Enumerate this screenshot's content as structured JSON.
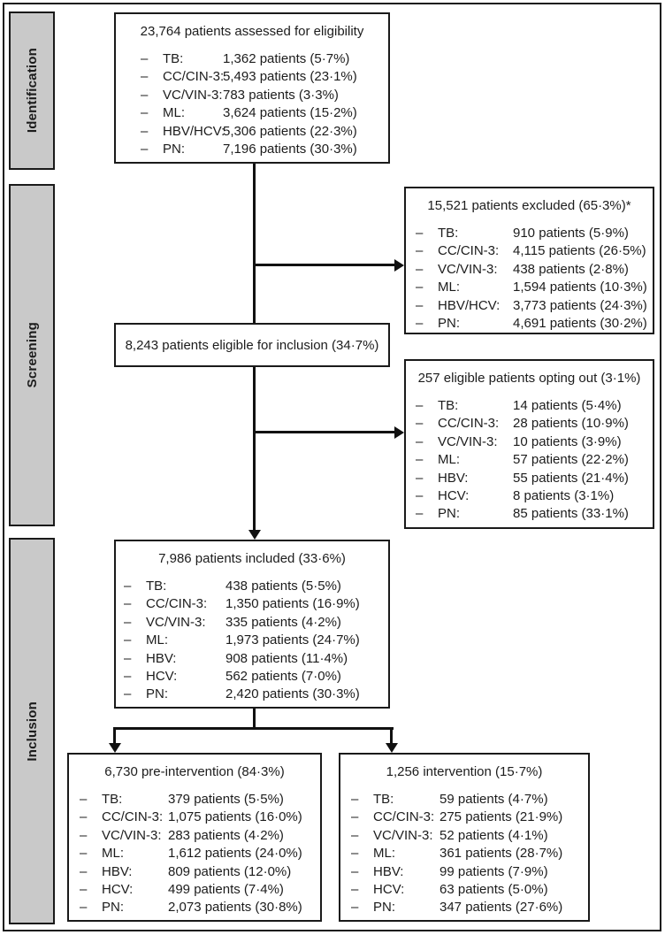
{
  "dash": "–",
  "colors": {
    "sidebar_bg": "#c9c9c9",
    "border": "#1a1a1a",
    "line": "#111111",
    "text": "#1c1c1c"
  },
  "sidebar": {
    "labels": [
      {
        "id": "identification",
        "label": "Identification"
      },
      {
        "id": "screening",
        "label": "Screening"
      },
      {
        "id": "inclusion",
        "label": "Inclusion"
      }
    ]
  },
  "boxes": {
    "assessed": {
      "title": "23,764 patients assessed for eligibility",
      "rows": [
        {
          "label": "TB:",
          "value": "1,362 patients (5·7%)"
        },
        {
          "label": "CC/CIN-3:",
          "value": "5,493 patients (23·1%)"
        },
        {
          "label": "VC/VIN-3:",
          "value": "783 patients (3·3%)"
        },
        {
          "label": "ML:",
          "value": "3,624 patients (15·2%)"
        },
        {
          "label": "HBV/HCV:",
          "value": "5,306 patients (22·3%)"
        },
        {
          "label": "PN:",
          "value": "7,196 patients (30·3%)"
        }
      ]
    },
    "excluded": {
      "title": "15,521 patients excluded (65·3%)*",
      "rows": [
        {
          "label": "TB:",
          "value": "910 patients (5·9%)"
        },
        {
          "label": "CC/CIN-3:",
          "value": "4,115 patients (26·5%)"
        },
        {
          "label": "VC/VIN-3:",
          "value": "438 patients (2·8%)"
        },
        {
          "label": "ML:",
          "value": "1,594 patients (10·3%)"
        },
        {
          "label": "HBV/HCV:",
          "value": "3,773 patients (24·3%)"
        },
        {
          "label": "PN:",
          "value": "4,691 patients (30·2%)"
        }
      ]
    },
    "eligible": {
      "title": "8,243 patients eligible for inclusion (34·7%)"
    },
    "opting_out": {
      "title": "257 eligible patients opting out (3·1%)",
      "rows": [
        {
          "label": "TB:",
          "value": "14 patients (5·4%)"
        },
        {
          "label": "CC/CIN-3:",
          "value": "28 patients (10·9%)"
        },
        {
          "label": "VC/VIN-3:",
          "value": "10 patients (3·9%)"
        },
        {
          "label": "ML:",
          "value": "57 patients (22·2%)"
        },
        {
          "label": "HBV:",
          "value": "55 patients (21·4%)"
        },
        {
          "label": "HCV:",
          "value": "8 patients (3·1%)"
        },
        {
          "label": "PN:",
          "value": "85 patients (33·1%)"
        }
      ]
    },
    "included": {
      "title": "7,986 patients included (33·6%)",
      "rows": [
        {
          "label": "TB:",
          "value": "438 patients (5·5%)"
        },
        {
          "label": "CC/CIN-3:",
          "value": "1,350 patients (16·9%)"
        },
        {
          "label": "VC/VIN-3:",
          "value": "335 patients (4·2%)"
        },
        {
          "label": "ML:",
          "value": "1,973 patients (24·7%)"
        },
        {
          "label": "HBV:",
          "value": "908 patients (11·4%)"
        },
        {
          "label": "HCV:",
          "value": "562 patients (7·0%)"
        },
        {
          "label": "PN:",
          "value": "2,420 patients (30·3%)"
        }
      ]
    },
    "pre_intervention": {
      "title": "6,730 pre-intervention (84·3%)",
      "rows": [
        {
          "label": "TB:",
          "value": "379 patients (5·5%)"
        },
        {
          "label": "CC/CIN-3:",
          "value": "1,075 patients (16·0%)"
        },
        {
          "label": "VC/VIN-3:",
          "value": "283 patients (4·2%)"
        },
        {
          "label": "ML:",
          "value": "1,612 patients (24·0%)"
        },
        {
          "label": "HBV:",
          "value": "809 patients (12·0%)"
        },
        {
          "label": "HCV:",
          "value": "499 patients (7·4%)"
        },
        {
          "label": "PN:",
          "value": "2,073 patients (30·8%)"
        }
      ]
    },
    "intervention": {
      "title": "1,256 intervention (15·7%)",
      "rows": [
        {
          "label": "TB:",
          "value": "59 patients (4·7%)"
        },
        {
          "label": "CC/CIN-3:",
          "value": "275 patients (21·9%)"
        },
        {
          "label": "VC/VIN-3:",
          "value": "52 patients (4·1%)"
        },
        {
          "label": "ML:",
          "value": "361 patients (28·7%)"
        },
        {
          "label": "HBV:",
          "value": "99 patients (7·9%)"
        },
        {
          "label": "HCV:",
          "value": "63 patients (5·0%)"
        },
        {
          "label": "PN:",
          "value": "347 patients (27·6%)"
        }
      ]
    }
  }
}
